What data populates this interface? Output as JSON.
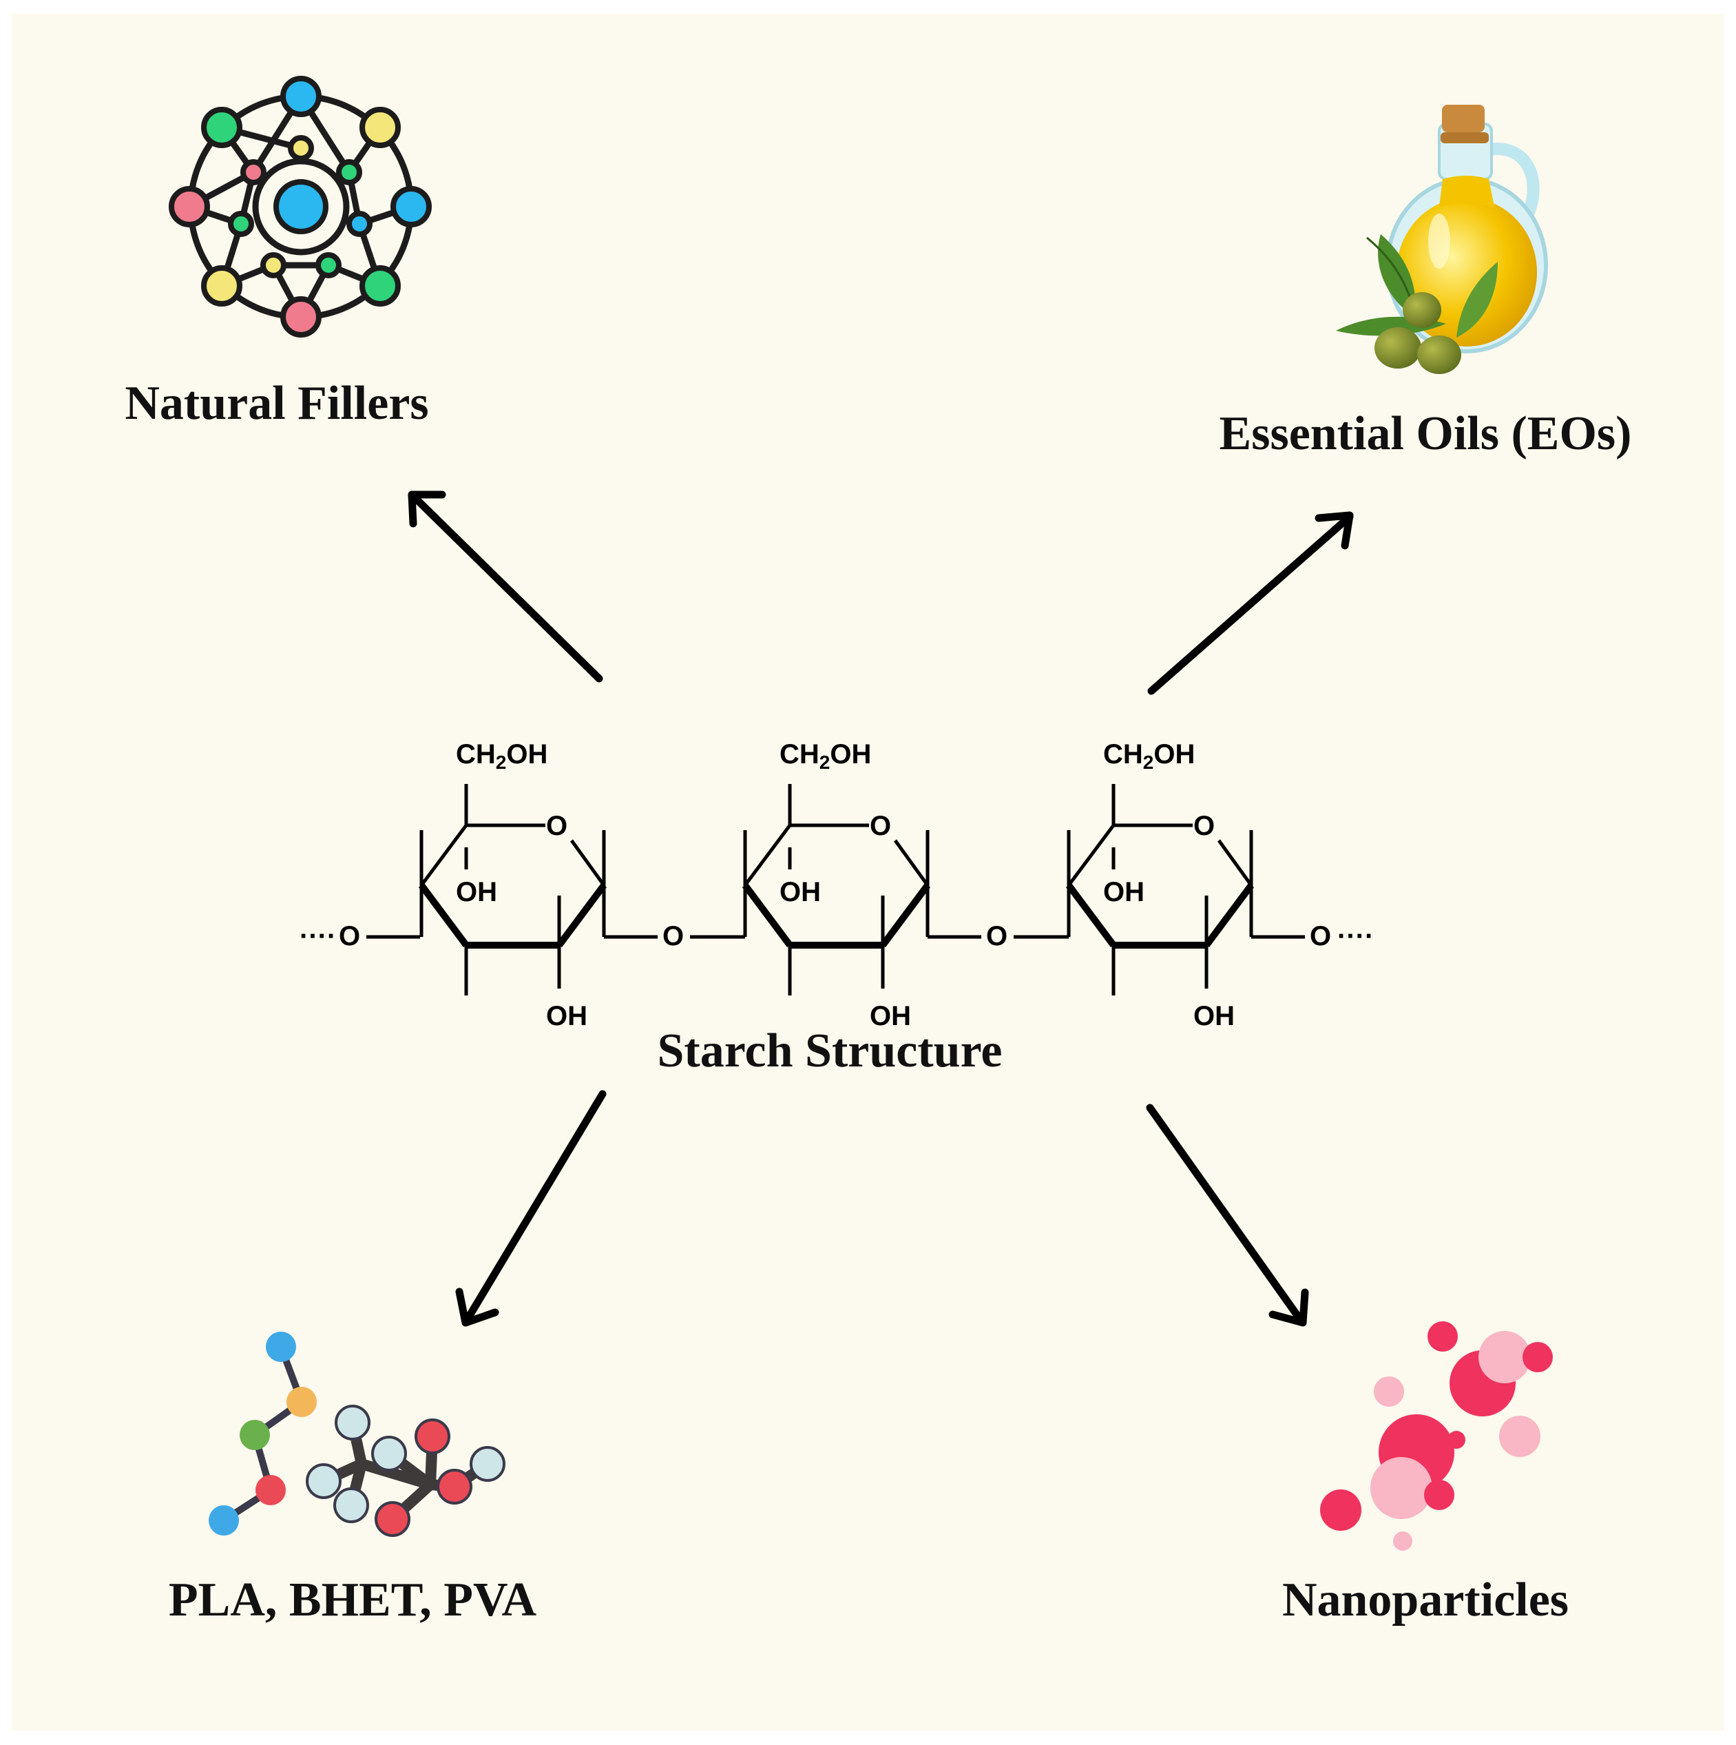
{
  "colors": {
    "background": "#fcf9ee",
    "ink": "#000000",
    "network_blue": "#2bb7f0",
    "network_green": "#2fd37a",
    "network_yellow": "#f5e67a",
    "network_pink": "#f07b8c",
    "oil_gold": "#f5c400",
    "olive_green": "#6f8f2a",
    "particle_red": "#f0325e",
    "particle_pink": "#f9b6c4"
  },
  "labels": {
    "top_left": "Natural Fillers",
    "top_right": "Essential Oils (EOs)",
    "center": "Starch Structure",
    "bottom_left": "PLA, BHET, PVA",
    "bottom_right": "Nanoparticles"
  },
  "structure": {
    "ch2oh_prefix": "CH",
    "ch2oh_sub": "2",
    "ch2oh_suffix": "OH",
    "ring_oxygen": "O",
    "hydroxyl": "OH",
    "bridge_oxygen": "O",
    "chain_end": "····"
  },
  "icons": {
    "top_left": "molecular-network-icon",
    "top_right": "olive-oil-jar-icon",
    "bottom_left": "ball-and-stick-molecule-icon",
    "bottom_right": "nanoparticle-cluster-icon"
  }
}
